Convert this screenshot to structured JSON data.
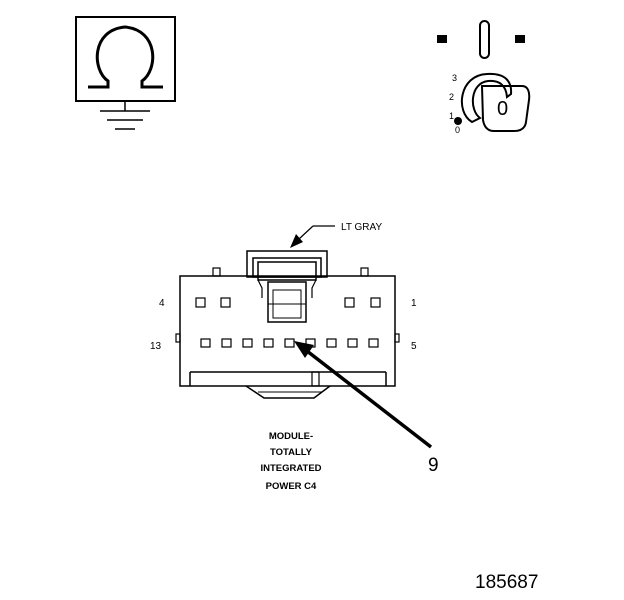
{
  "ohmmeter_symbol": {
    "icon": "ohm-ground-icon"
  },
  "ignition_key": {
    "positions": [
      "3",
      "2",
      "1",
      "0"
    ],
    "key_text": "0"
  },
  "connector": {
    "color_label": "LT GRAY",
    "pin_labels": {
      "top_left": "4",
      "top_right": "1",
      "bottom_left": "13",
      "bottom_right": "5"
    },
    "callout_number": "9",
    "module_name_lines": [
      "MODULE-",
      "TOTALLY",
      "INTEGRATED",
      "POWER C4"
    ]
  },
  "figure_number": "185687"
}
